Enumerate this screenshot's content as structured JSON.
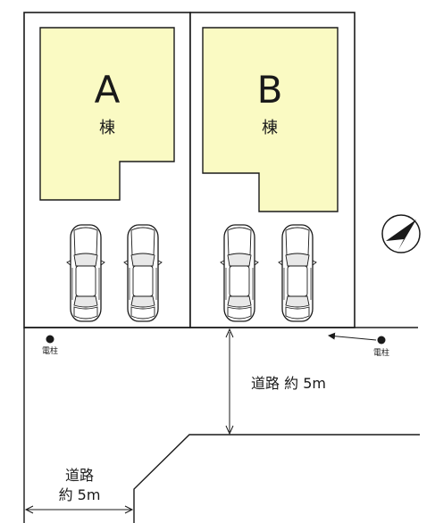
{
  "colors": {
    "building_fill": "#fafac3",
    "line": "#1a1a1a"
  },
  "buildings": [
    {
      "letter": "A",
      "suffix": "棟"
    },
    {
      "letter": "B",
      "suffix": "棟"
    }
  ],
  "utility_poles": [
    {
      "label": "電柱"
    },
    {
      "label": "電柱"
    }
  ],
  "road_front": {
    "label": "道路 約 5m"
  },
  "road_side": {
    "label_line1": "道路",
    "label_line2": "約 5m"
  },
  "parking": {
    "cars_per_lot": 2
  },
  "icons": {
    "compass": "north-arrow-icon",
    "car": "car-topview-icon"
  }
}
